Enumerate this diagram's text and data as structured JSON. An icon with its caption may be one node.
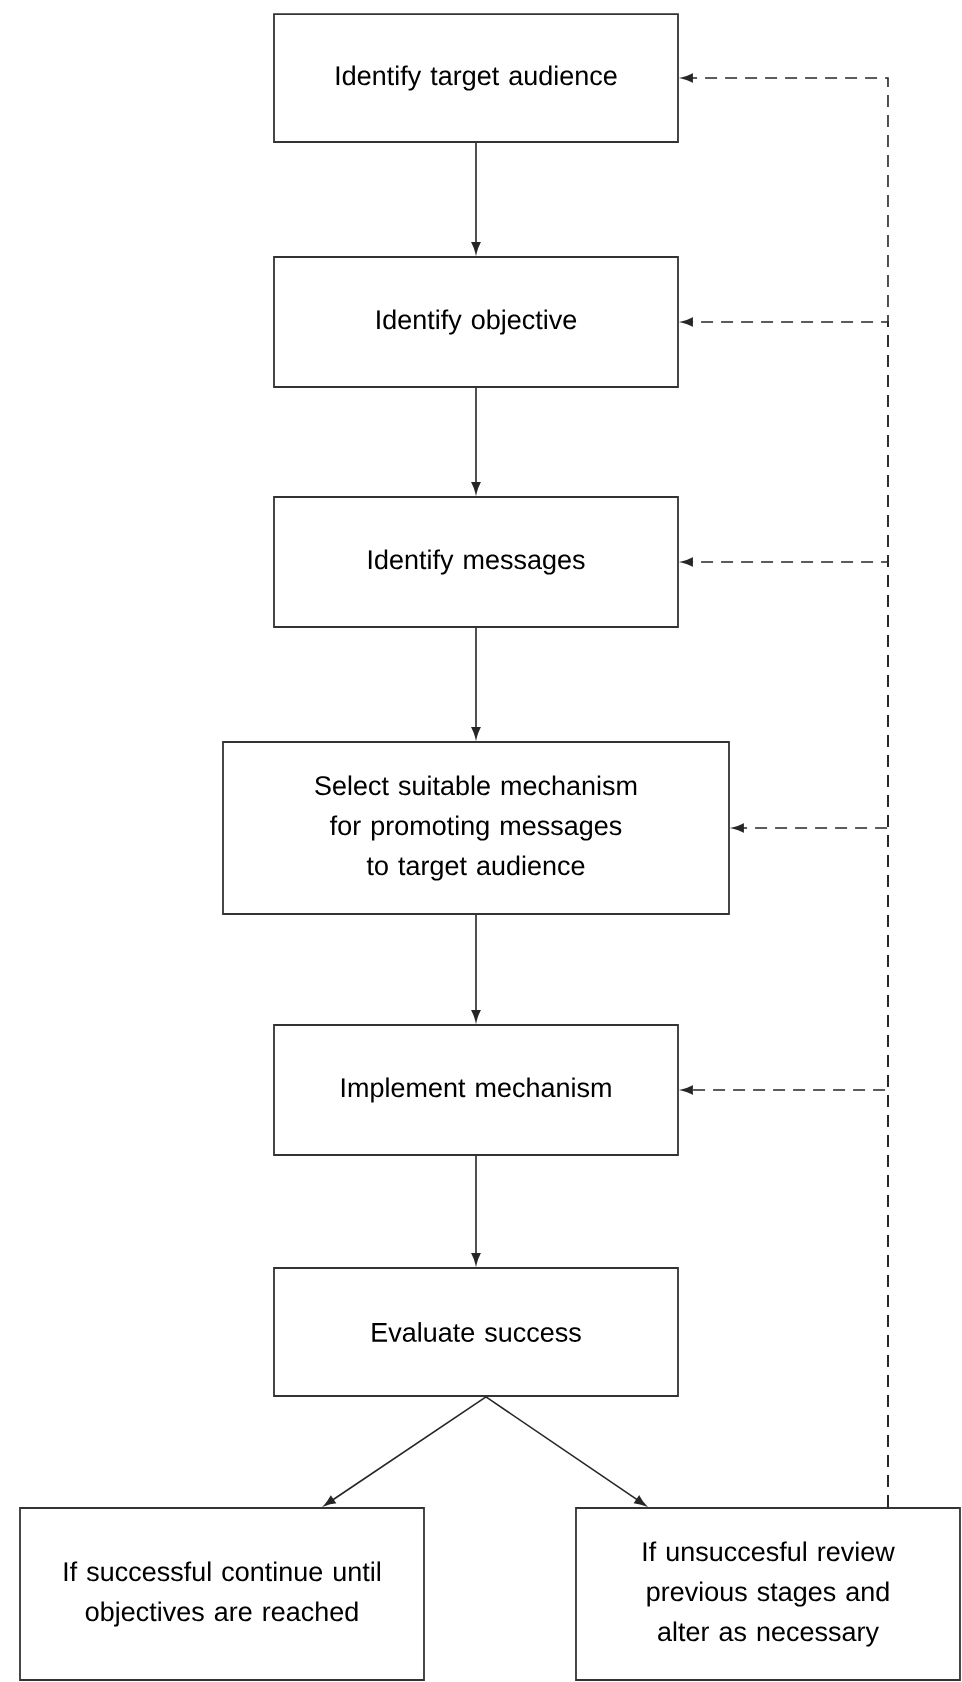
{
  "diagram": {
    "nodes": [
      {
        "text": [
          "Identify target audience"
        ]
      },
      {
        "text": [
          "Identify objective"
        ]
      },
      {
        "text": [
          "Identify messages"
        ]
      },
      {
        "text": [
          "Select suitable mechanism for promoting messages to target audience"
        ]
      },
      {
        "text": [
          "Implement mechanism"
        ]
      },
      {
        "text": [
          "Evaluate success"
        ]
      },
      {
        "text": [
          "If successful continue until objectives are reached"
        ]
      },
      {
        "text": [
          "If unsuccesful review previous stages and alter as necessary"
        ]
      }
    ],
    "edges": [
      {
        "from": 0,
        "to": 1,
        "arrow": "to"
      },
      {
        "from": 1,
        "to": 2,
        "arrow": "to"
      },
      {
        "from": 2,
        "to": 3,
        "arrow": "to"
      },
      {
        "from": 3,
        "to": 4,
        "arrow": "to"
      },
      {
        "from": 4,
        "to": 5,
        "arrow": "to"
      },
      {
        "from": 5,
        "to": 6,
        "arrow": "to"
      },
      {
        "from": 5,
        "to": 7,
        "arrow": "to"
      },
      {
        "from": 7,
        "to": 0,
        "arrow": "to",
        "style": "dashed"
      },
      {
        "from": 7,
        "to": 1,
        "arrow": "to",
        "style": "dashed"
      },
      {
        "from": 7,
        "to": 2,
        "arrow": "to",
        "style": "dashed"
      },
      {
        "from": 7,
        "to": 3,
        "arrow": "to",
        "style": "dashed"
      },
      {
        "from": 7,
        "to": 4,
        "arrow": "to",
        "style": "dashed"
      }
    ]
  }
}
